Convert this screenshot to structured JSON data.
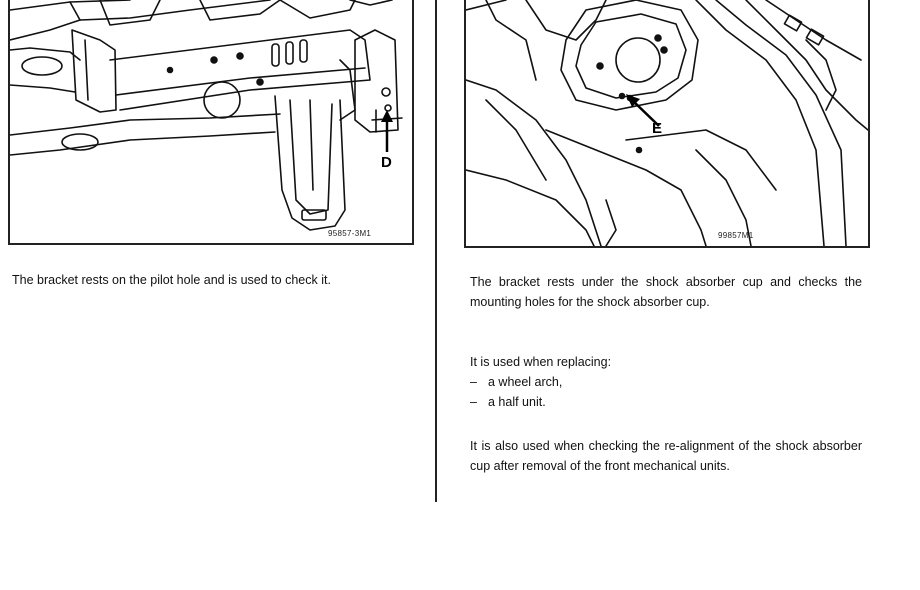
{
  "left": {
    "figure": {
      "code": "95857-3M1",
      "callout": "D"
    },
    "text": "The bracket rests on the pilot hole and is used to check it."
  },
  "right": {
    "figure": {
      "code": "99857M1",
      "callout": "E"
    },
    "para1": "The bracket rests under the shock absorber cup and checks the mounting holes for the shock absorber cup.",
    "para2_intro": "It is used when replacing:",
    "list": [
      {
        "dash": "–",
        "text": "a wheel arch,"
      },
      {
        "dash": "–",
        "text": "a half unit."
      }
    ],
    "para3": "It is also used when checking the re-alignment of the shock absorber cup after removal of the front mechanical units."
  }
}
